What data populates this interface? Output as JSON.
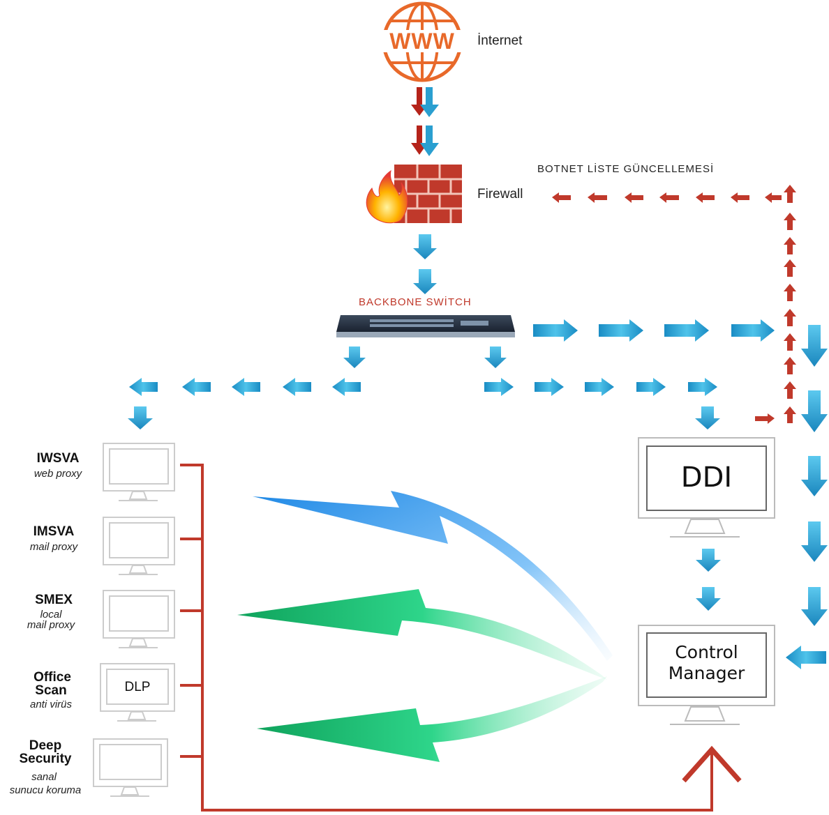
{
  "internet": {
    "label": "İnternet",
    "icon_text": "WWW"
  },
  "firewall": {
    "label": "Firewall"
  },
  "botnet": {
    "label": "BOTNET LİSTE GÜNCELLEMESİ"
  },
  "switch": {
    "label": "BACKBONE SWİTCH"
  },
  "nodes": [
    {
      "name": "IWSVA",
      "sub": "web proxy"
    },
    {
      "name": "IMSVA",
      "sub": "mail proxy"
    },
    {
      "name": "SMEX",
      "sub": "local mail proxy",
      "sub_lines": [
        "local",
        "mail proxy"
      ]
    },
    {
      "name": "Office Scan",
      "name_lines": [
        "Office",
        "Scan"
      ],
      "sub": "anti virüs",
      "screen": "DLP"
    },
    {
      "name": "Deep Security",
      "name_lines": [
        "Deep",
        "Security"
      ],
      "sub": "sanal sunucu koruma",
      "sub_lines": [
        "sanal",
        "sunucu koruma"
      ]
    }
  ],
  "ddi": {
    "label": "DDI"
  },
  "control_manager": {
    "label": "Control Manager",
    "lines": [
      "Control",
      "Manager"
    ]
  },
  "colors": {
    "flow_arrow": "#2a9fd0",
    "red_flow": "#c0392b",
    "blue_curve": "#1e88e5",
    "green_curve": "#1fbf7a"
  }
}
